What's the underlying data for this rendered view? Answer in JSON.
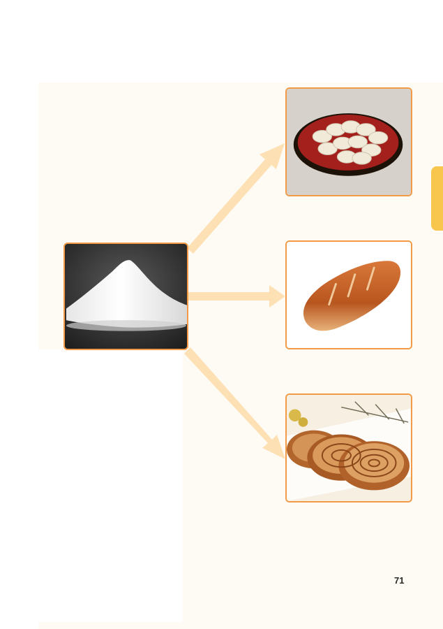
{
  "page": {
    "number": "71"
  },
  "diagram": {
    "source_image": "flour-pile",
    "product_images": [
      "dumplings-plate",
      "bread-loaf",
      "layered-flatbread"
    ]
  },
  "colors": {
    "frame_border": "#f29a46",
    "arrow": "#fde0b4",
    "side_tab": "#f9c64d",
    "page_background": "#fefbf4"
  }
}
